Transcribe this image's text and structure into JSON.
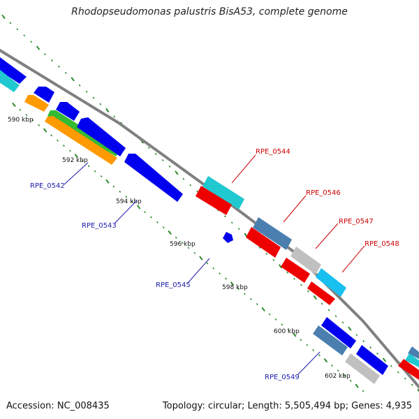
{
  "title": "Rhodopseudomonas palustris BisA53, complete genome",
  "footer": {
    "accession": "Accession: NC_008435",
    "summary": "Topology: circular; Length: 5,505,494 bp; Genes: 4,935"
  },
  "colors": {
    "backbone": "#808080",
    "tick": "#2e8b2e",
    "forward_label": "#cc0000",
    "reverse_label": "#1a1aaa",
    "blue": "#0000ee",
    "cyan": "#20c8d0",
    "red": "#ee0000",
    "steelblue": "#4a7fb0",
    "gray": "#c0c0c0",
    "skyblue": "#18c0f0",
    "orange": "#ff9a00",
    "green": "#33bb33"
  },
  "ticks": [
    {
      "label": "590 kbp"
    },
    {
      "label": "592 kbp"
    },
    {
      "label": "594 kbp"
    },
    {
      "label": "596 kbp"
    },
    {
      "label": "598 kbp"
    },
    {
      "label": "600 kbp"
    },
    {
      "label": "602 kbp"
    }
  ],
  "gene_labels": [
    {
      "text": "RPE_0542",
      "strand": "reverse"
    },
    {
      "text": "RPE_0543",
      "strand": "reverse"
    },
    {
      "text": "RPE_0544",
      "strand": "forward"
    },
    {
      "text": "RPE_0545",
      "strand": "reverse"
    },
    {
      "text": "RPE_0546",
      "strand": "forward"
    },
    {
      "text": "RPE_0547",
      "strand": "forward"
    },
    {
      "text": "RPE_0548",
      "strand": "forward"
    },
    {
      "text": "RPE_0549",
      "strand": "reverse"
    }
  ]
}
